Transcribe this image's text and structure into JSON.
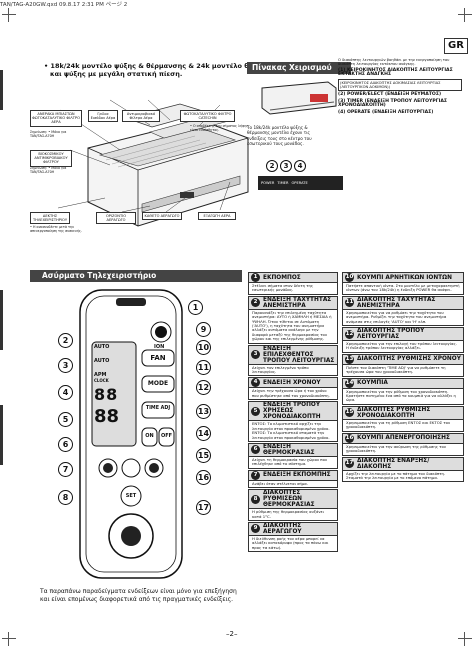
{
  "header": {
    "file_line": "TAN/TAG-A20GW.qxd  09.8.17 2:31 PM  ページ 2",
    "lang_badge": "GR",
    "page_number": "–2–"
  },
  "intro": {
    "line1": "• 18k/24k μοντέλο ψύξης & θέρμανσης & 24k μοντέλο θέρμανσης",
    "line2": "και ψύξης με μεγάλη στατική πίεση."
  },
  "unit_labels": {
    "mirror": "ΑΝΕΡΑΚΑ ΜΠΙΑΣΤΩΝ ΦΩΤΟΚΑΤΑΛΥΤΙΚΟ ΦΙΛΤΡΟ ΑΕΡΑ",
    "grille": "Γρίλια Εισόδου Αέρα",
    "antibac": "Αντιμικροβιακό Φίλτρο Αέρα",
    "photocat": "ΦΩΤΟΚΑΤΑΛΥΤΙΚΟ ΦΙΛΤΡΟ CATECHIN",
    "bio": "ΒΙΟΚΟΣΜΙΚΟΥ ΑΝΤΙΜΙΚΡΟΒΙΑΚΟΥ ΦΙΛΤΡΟΥ",
    "wire": "ΔΕΚΤΗΣ ΤΗΛΕΧΕΙΡΙΣΤΗΡΙΟΥ",
    "horiz": "ΟΡΙΖΟΝΤΙΟ ΑΕΡΑΓΩΓΟ",
    "vert": "ΚΑΘΕΤΟ ΑΕΡΑΓΩΓΟ",
    "outlet": "ΕΞΑΓΩΓΗ ΑΕΡΑ",
    "note1": "Σημείωση: • Μόνο για TAN/TAG-A70H",
    "note2": "Σημείωση: • Μόνο για TAN/TAG-A70H",
    "note3": "• Ο αποδέκτης του σήματος λήψης είναι ευαίσθητος.",
    "note4": "• Η ανασυνδέετε μετά την απενεργοποίηση της συσκευής."
  },
  "remote_section": {
    "title": "Ασύρματο Τηλεχειριστήριο",
    "bottom_note": "Τα παραπάνω παραδείγματα ενδείξεων είναι μόνο για επεξήγηση και είναι επομένως διαφορετικά από τις πραγματικές ενδείξεις.",
    "buttons": {
      "ion": "ION",
      "fan": "FAN",
      "mode": "MODE",
      "time": "TIME ADJ",
      "on": "ON",
      "off": "OFF",
      "set": "SET",
      "auto": "AUTO",
      "apm": "APM",
      "clock": "CLOCK",
      "display": "88"
    }
  },
  "table_section": {
    "title": "Πίνακας Χειρισμού",
    "text": "Το 18k/24k μοντέλο ψύξης & θέρμανσης μοντέλα έχουν τις ενδείξεις τους στο κέντρο του εσωτερικού τους μονάδας.",
    "indicators": [
      "POWER",
      "TIMER",
      "OPERATE"
    ]
  },
  "right_notes": {
    "intro": "Ο διακόπτης λειτουργιών βοηθάει με την ενεργοποίηση του διακόπτη λειτουργίας εκτάκτου ανάγκης.",
    "items": [
      "(1) ΚΕΙΡΟΚΙΝΗΤΟΣ ΔΙΑΚΟΠΤΗΣ ΛΕΙΤΟΥΡΓΙΑΣ ΕΚΤΑΚΤΗΣ ΑΝΑΓΚΗΣ",
      "(2) POWER/ELECT (ΕΝΔΕΙΞΗ ΡΕΥΜΑΤΟΣ)",
      "(3) TIMER (ΕΝΔΕΙΞΗ ΤΡΟΠΟΥ ΛΕΙΤΟΥΡΓΙΑΣ ΧΡΟΝΟΔΙΑΚΟΠΤΗ)",
      "(4) OPERATE (ΕΝΔΕΙΞΗ ΛΕΙΤΟΥΡΓΙΑΣ)"
    ],
    "test": "(ΚΕΙΡΟΚΙΝΗΤΟΣ ΔΙΑΚΟΠΤΗΣ ΔΟΚΙΜΑΣΙΑΣ ΛΕΙΤΟΥΡΓΙΑΣ (ΛΕΙΤΟΥΡΓΙΚΟΝ ΔΟΚΙΜΟΝ))"
  },
  "col1": [
    {
      "num": "1",
      "title": "ΕΚΠΟΜΠΟΣ",
      "body": "Στέλνει σήματα στον δέκτη της εσωτερικής μονάδας."
    },
    {
      "num": "2",
      "title": "ΕΝΔΕΙΞΗ ΤΑΧΥΤΗΤΑΣ ΑΝΕΜΙΣΤΗΡΑ",
      "body": "Παρουσιάζει την επιλεγμένη ταχύτητα ανεμιστήρα: ΑΥΤΟ ή ΧΑΜΗΛΗ ή ΜΕΣΑΙΑ ή ΥΨΗΛΗ. Όταν τίθεται σε Αυτόματη ('AUTO'), η ταχύτητα του ανεμιστήρα αλλάζει αυτόματα ανάλογα με την διαφορά μεταξύ της θερμοκρασίας του χώρου και της επιλεγμένης ρύθμισης."
    },
    {
      "num": "3",
      "title": "ΕΝΔΕΙΞΗ ΕΠΙΛΕΧΘΕΝΤΟΣ ΤΡΟΠΟΥ ΛΕΙΤΟΥΡΓΙΑΣ",
      "body": "Δείχνει τον επιλεγμένο τρόπο λειτουργίας."
    },
    {
      "num": "4",
      "title": "ΕΝΔΕΙΞΗ ΧΡΟΝΟΥ",
      "body": "Δείχνει την τρέχουσα ώρα ή τον χρόνο που ρυθμίστηκε από τον χρονοδιακόπτη."
    },
    {
      "num": "5",
      "title": "ΕΝΔΕΙΞΗ ΤΡΟΠΟΥ ΧΡΗΣΕΩΣ ΧΡΟΝΟΔΙΑΚΟΠΤΗ",
      "body": "ΕΝΤΟΣ: Το κλιματιστικό αρχίζει την λειτουργία στον προκαθορισμένο χρόνο. ΕΝΤΟΣ: Το κλιματιστικό σταματά την λειτουργία στον προκαθορισμένο χρόνο."
    },
    {
      "num": "6",
      "title": "ΕΝΔΕΙΞΗ ΘΕΡΜΟΚΡΑΣΙΑΣ",
      "body": "Δείχνει τη θερμοκρασία του χώρου που επιλέχθηκε από το σύστημα."
    },
    {
      "num": "7",
      "title": "ΕΝΔΕΙΞΗ ΕΚΠΟΜΠΗΣ",
      "body": "Ανάβει όταν στέλνεται σήμα."
    },
    {
      "num": "8",
      "title": "ΔΙΑΚΟΠΤΕΣ ΡΥΘΜΙΣΕΩΝ ΘΕΡΜΟΚΡΑΣΙΑΣ",
      "body": "Η ρύθμιση της θερμοκρασίας αυξάνει κατά 1°C."
    },
    {
      "num": "9",
      "title": "ΔΙΑΚΟΠΤΗΣ ΑΕΡΑΓΩΓΟΥ",
      "body": "Η διεύθυνση ροής του αέρα μπορεί να αλλάξει κατακόρυφα (προς τα πάνω και προς τα κάτω)."
    }
  ],
  "col2": [
    {
      "num": "10",
      "title": "ΚΟΥΜΠΙ ΑΡΝΗΤΙΚΩΝ ΙΟΝΤΩΝ",
      "body": "Πατήστε απαντική ιόντα. Στο μοντέλο με μεταχαρακτηστή ιόντων (άνω του 18k/24k) η ένδειξη POWER θα ανάψει."
    },
    {
      "num": "11",
      "title": "ΔΙΑΚΟΠΤΗΣ ΤΑΧΥΤΗΤΑΣ ΑΝΕΜΙΣΤΗΡΑ",
      "body": "Χρησιμοποιείται για να ρυθμίσει την ταχύτητα του ανεμιστήρα. Ρυθμίζει την ταχύτητα του ανεμιστήρα ανάμεσα στις επιλογές 'AUTO' και 'Η' κλπ."
    },
    {
      "num": "12",
      "title": "ΔΙΑΚΟΠΤΗΣ ΤΡΟΠΟΥ ΛΕΙΤΟΥΡΓΙΑΣ",
      "body": "Χρησιμοποιείται για την επιλογή του τρόπου λειτουργίας. Η ένδειξη τρόπου λειτουργίας αλλάζει."
    },
    {
      "num": "13",
      "title": "ΔΙΑΚΟΠΤΗΣ ΡΥΘΜΙΣΗΣ ΧΡΟΝΟΥ",
      "body": "Πιέστε τον διακόπτη 'TIME ADJ' για να ρυθμίσετε τη τρέχουσα ώρα του χρονοδιακόπτη."
    },
    {
      "num": "14",
      "title": "ΚΟΥΜΠΙΑ",
      "body": "Χρησιμοποιείται για την ρύθμιση του χρονοδιακόπτη. Κρατήστε πατημένο ένα από τα κουμπιά για να αλλάξει η ώρα."
    },
    {
      "num": "15",
      "title": "ΔΙΑΚΟΠΤΕΣ ΡΥΘΜΙΣΗΣ ΧΡΟΝΟΔΙΑΚΟΠΤΗ",
      "body": "Χρησιμοποιείται για τη ρύθμιση ΕΝΤΟΣ και ΕΚΤΟΣ του χρονοδιακόπτη."
    },
    {
      "num": "16",
      "title": "ΚΟΥΜΠΙ ΑΠΕΝΕΡΓΟΠΟΙΗΣΗΣ",
      "body": "Χρησιμοποιείται για την ακύρωση της ρύθμισης του χρονοδιακόπτη."
    },
    {
      "num": "17",
      "title": "ΔΙΑΚΟΠΤΗΣ ΕΝΑΡΞΗΣ/ΔΙΑΚΟΠΗΣ",
      "body": "Αρχίζει την λειτουργία με το πάτημα του διακόπτη. Σταματά την λειτουργία με το επόμενο πάτημα."
    }
  ]
}
